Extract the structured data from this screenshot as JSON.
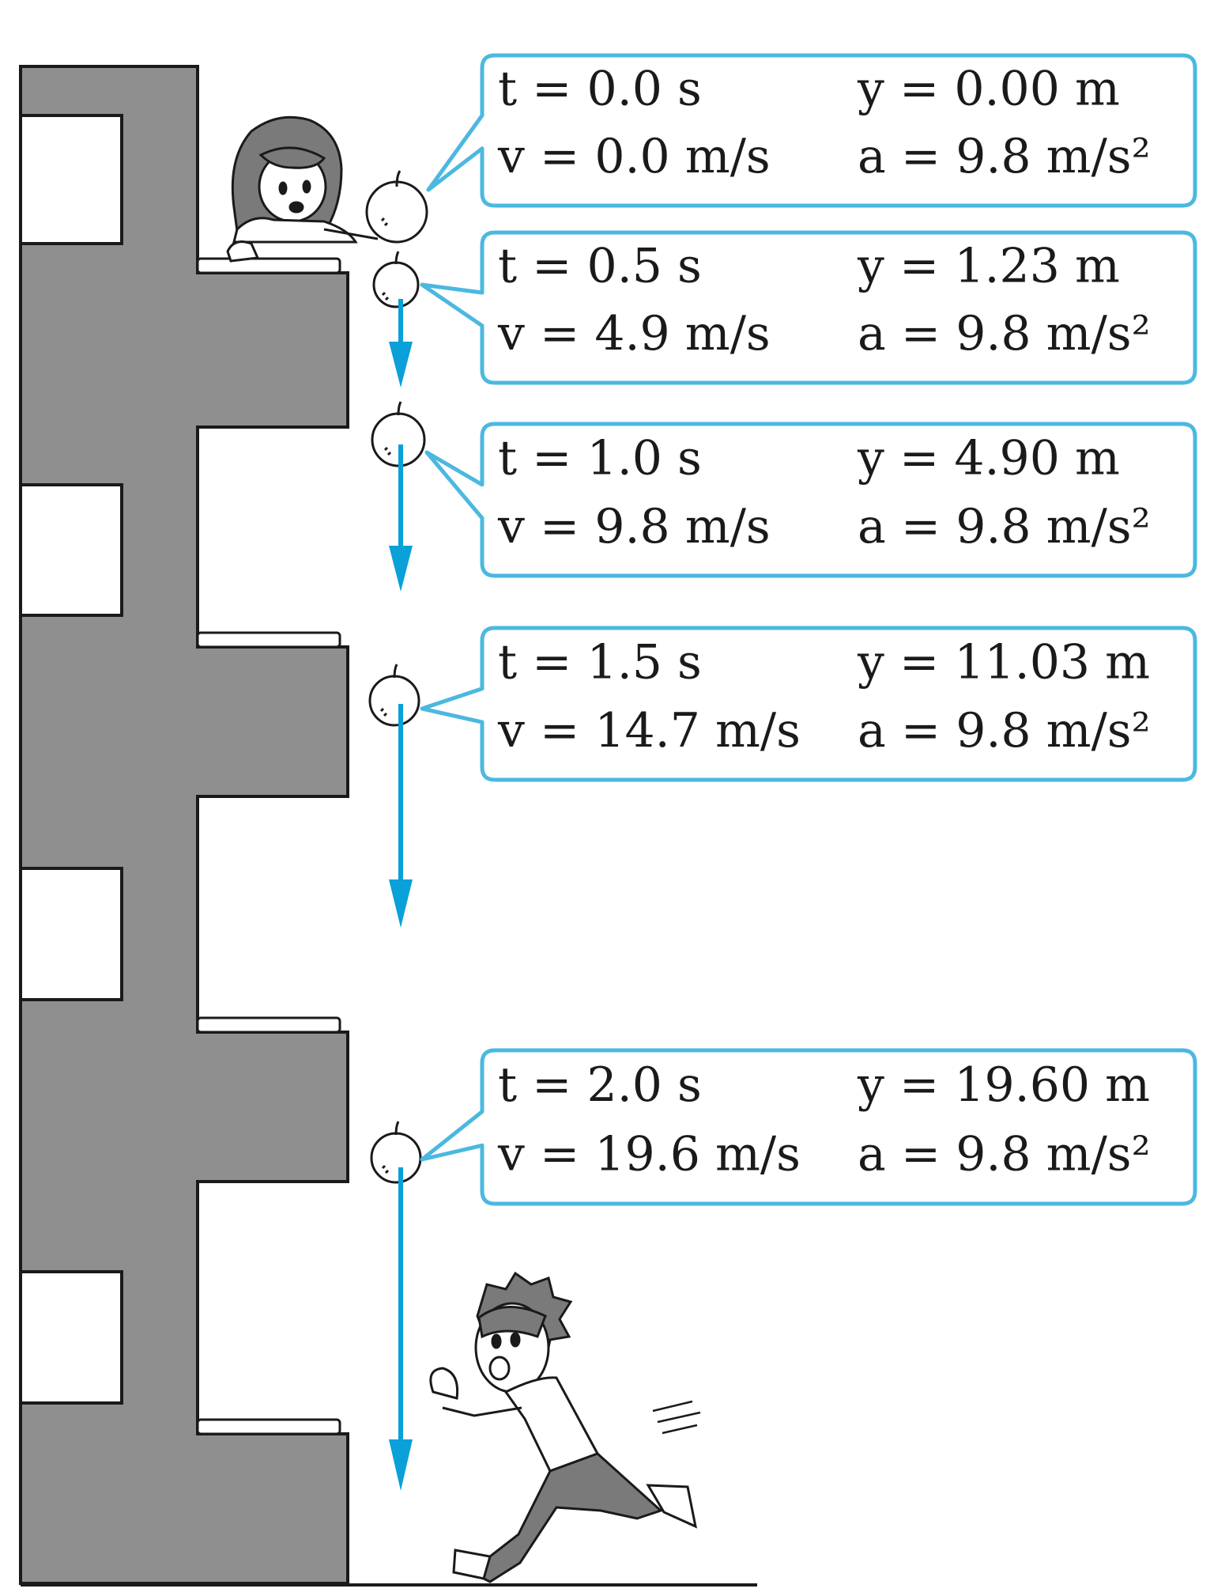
{
  "colors": {
    "building": "#8f8f8f",
    "outline": "#1a1a1a",
    "arrow": "#0aa0d8",
    "callout_border": "#4cb8e0"
  },
  "icons": {
    "girl": "girl-holding-apple",
    "boy": "running-boy",
    "apple": "apple-icon"
  },
  "callouts": [
    {
      "t": "t = 0.0 s",
      "y": "y = 0.00 m",
      "v": "v = 0.0 m/s",
      "a": "a = 9.8 m/s²"
    },
    {
      "t": "t = 0.5 s",
      "y": "y = 1.23 m",
      "v": "v = 4.9 m/s",
      "a": "a = 9.8 m/s²"
    },
    {
      "t": "t = 1.0 s",
      "y": "y = 4.90 m",
      "v": "v = 9.8 m/s",
      "a": "a = 9.8 m/s²"
    },
    {
      "t": "t = 1.5 s",
      "y": "y = 11.03 m",
      "v": "v = 14.7 m/s",
      "a": "a = 9.8 m/s²"
    },
    {
      "t": "t = 2.0 s",
      "y": "y = 19.60 m",
      "v": "v = 19.6 m/s",
      "a": "a = 9.8 m/s²"
    }
  ]
}
